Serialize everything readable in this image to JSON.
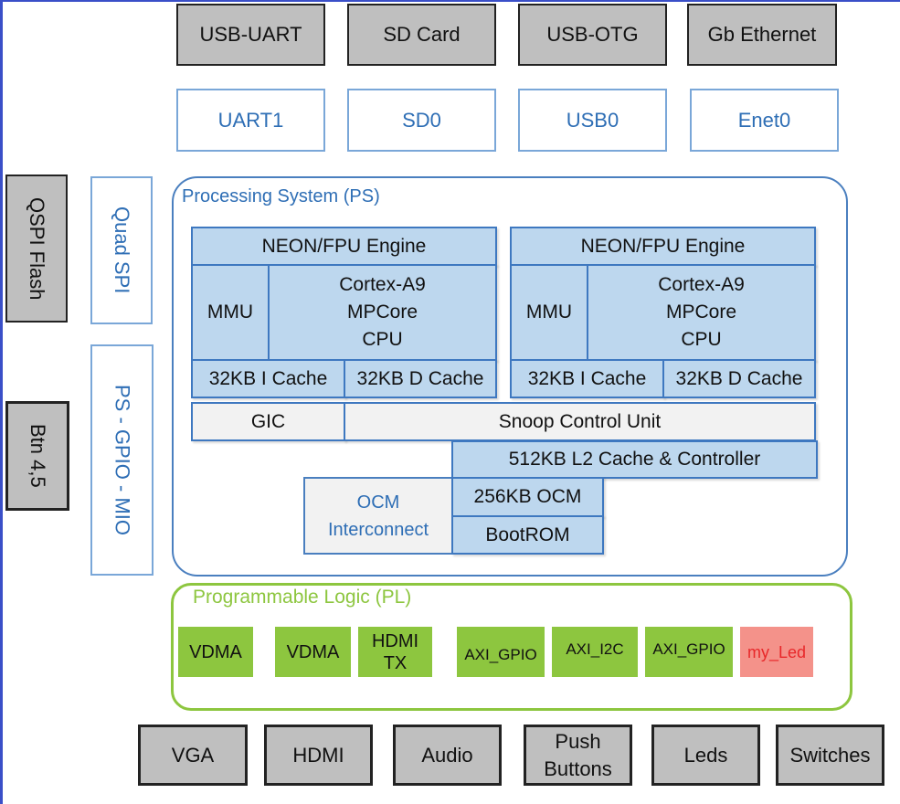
{
  "peripherals_top": [
    {
      "label": "USB-UART"
    },
    {
      "label": "SD Card"
    },
    {
      "label": "USB-OTG"
    },
    {
      "label": "Gb Ethernet"
    }
  ],
  "controllers_top": [
    {
      "label": "UART1"
    },
    {
      "label": "SD0"
    },
    {
      "label": "USB0"
    },
    {
      "label": "Enet0"
    }
  ],
  "left_side": {
    "qspi_flash": "QSPI Flash",
    "quad_spi": "Quad SPI",
    "btn": "Btn 4,5",
    "ps_gpio": "PS - GPIO - MIO"
  },
  "processing_system": {
    "title": "Processing System (PS)",
    "cores": [
      {
        "neon": "NEON/FPU Engine",
        "mmu": "MMU",
        "cpu_lines": [
          "Cortex-A9",
          "MPCore",
          "CPU"
        ],
        "icache": "32KB I Cache",
        "dcache": "32KB D Cache"
      },
      {
        "neon": "NEON/FPU Engine",
        "mmu": "MMU",
        "cpu_lines": [
          "Cortex-A9",
          "MPCore",
          "CPU"
        ],
        "icache": "32KB I Cache",
        "dcache": "32KB D Cache"
      }
    ],
    "gic": "GIC",
    "scu": "Snoop Control Unit",
    "l2": "512KB L2 Cache & Controller",
    "ocm_interconnect_lines": [
      "OCM",
      "Interconnect"
    ],
    "ocm": "256KB OCM",
    "bootrom": "BootROM"
  },
  "programmable_logic": {
    "title": "Programmable Logic (PL)",
    "blocks": [
      {
        "label": "VDMA"
      },
      {
        "label": "VDMA"
      },
      {
        "label_lines": [
          "HDMI",
          "TX"
        ]
      },
      {
        "label": "AXI_GPIO"
      },
      {
        "label": "AXI_I2C"
      },
      {
        "label": "AXI_GPIO"
      },
      {
        "label": "my_Led"
      }
    ]
  },
  "peripherals_bottom": [
    {
      "label": "VGA"
    },
    {
      "label": "HDMI"
    },
    {
      "label": "Audio"
    },
    {
      "label_lines": [
        "Push",
        "Buttons"
      ]
    },
    {
      "label": "Leds"
    },
    {
      "label": "Switches"
    }
  ],
  "colors": {
    "ps_border": "#4a7fbf",
    "ps_text": "#2e6eb5",
    "cell_fill": "#bdd7ee",
    "pl_green": "#8dc63f",
    "custom_ip_fill": "#f4928a",
    "custom_ip_text": "#e8282a",
    "external_fill": "#bfbfbf"
  }
}
